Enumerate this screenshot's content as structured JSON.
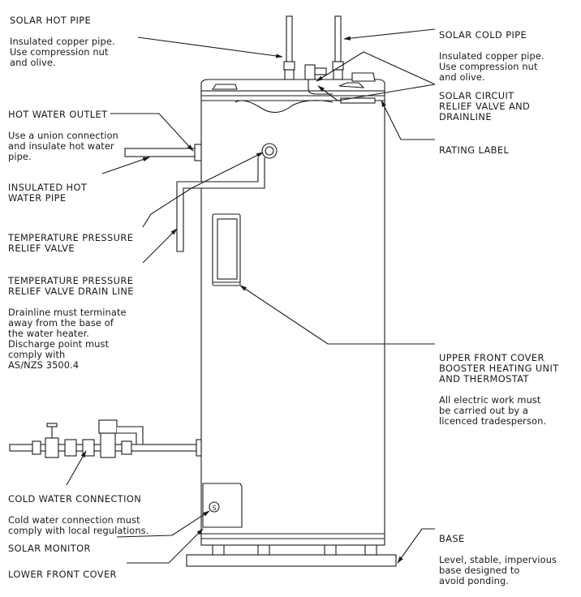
{
  "labels": {
    "solar_hot_pipe": {
      "title": "SOLAR HOT PIPE",
      "desc": "Insulated copper pipe.\nUse compression nut\nand olive."
    },
    "solar_cold_pipe": {
      "title": "SOLAR COLD PIPE",
      "desc": "Insulated copper pipe.\nUse compression nut\nand olive."
    },
    "solar_circuit_relief": {
      "title": "SOLAR CIRCUIT\nRELIEF VALVE AND\nDRAINLINE"
    },
    "hot_water_outlet": {
      "title": "HOT WATER OUTLET",
      "desc": "Use a union connection\nand insulate hot water\npipe."
    },
    "rating_label": {
      "title": "RATING LABEL"
    },
    "insulated_hot_water_pipe": {
      "title": "INSULATED HOT\nWATER PIPE"
    },
    "tpr_valve": {
      "title": "TEMPERATURE PRESSURE\nRELIEF VALVE"
    },
    "tpr_drain_line": {
      "title": "TEMPERATURE PRESSURE\nRELIEF VALVE DRAIN LINE",
      "desc": "Drainline must terminate\naway from the base of\nthe water heater.\nDischarge point must\ncomply with\nAS/NZS 3500.4"
    },
    "upper_front_cover": {
      "title": "UPPER FRONT COVER\nBOOSTER HEATING UNIT\nAND THERMOSTAT",
      "desc": "All electric work must\nbe carried out by a\nlicenced tradesperson."
    },
    "cold_water_connection": {
      "title": "COLD WATER CONNECTION",
      "desc": "Cold water connection must\ncomply with local regulations."
    },
    "solar_monitor": {
      "title": "SOLAR MONITOR"
    },
    "lower_front_cover": {
      "title": "LOWER FRONT COVER"
    },
    "base": {
      "title": "BASE",
      "desc": "Level, stable, impervious\nbase designed to\navoid ponding."
    }
  },
  "solar_monitor_badge": "S",
  "colors": {
    "line": "#1a1a1a",
    "fill": "#ffffff"
  }
}
